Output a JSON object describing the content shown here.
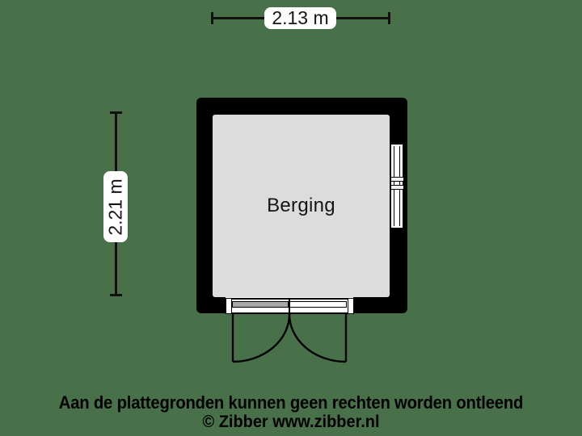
{
  "plan": {
    "room": {
      "label": "Berging"
    },
    "dimensions": {
      "width": "2.13 m",
      "height": "2.21 m"
    },
    "symbols": {
      "window": "window-symbol",
      "door": "double-door-outward-swing"
    },
    "colors": {
      "background": "#48714A",
      "wall": "#000000",
      "floor": "#dcdcdc",
      "chip": "#ffffff",
      "line": "#111111",
      "leaf": "#a8a8a8"
    }
  },
  "footer": {
    "disclaimer": "Aan de plattegronden kunnen geen rechten worden ontleend",
    "credit": "© Zibber www.zibber.nl"
  }
}
